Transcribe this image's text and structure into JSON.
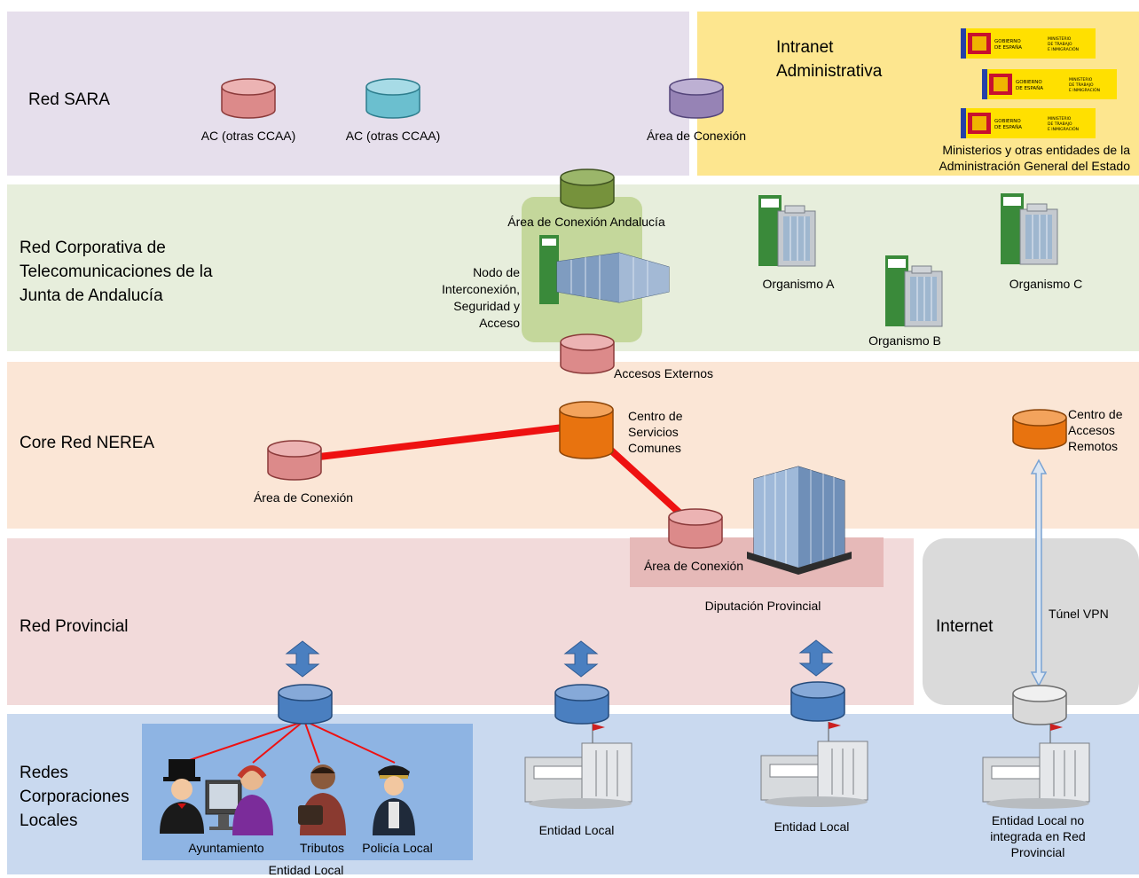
{
  "bands": {
    "sara": "Red SARA",
    "intranet": [
      "Intranet",
      "Administrativa"
    ],
    "corporativa": [
      "Red Corporativa de",
      "Telecomunicaciones de la",
      "Junta de Andalucía"
    ],
    "core": "Core Red NEREA",
    "provincial": "Red Provincial",
    "internet": "Internet",
    "locales": [
      "Redes",
      "Corporaciones",
      "Locales"
    ]
  },
  "sara": {
    "ac1": "AC (otras CCAA)",
    "ac2": "AC (otras CCAA)",
    "area": "Área de Conexión"
  },
  "intranet": {
    "logo_lines": [
      "GOBIERNO",
      "DE ESPAÑA",
      "MINISTERIO",
      "DE TRABAJO",
      "E INMIGRACIÓN"
    ],
    "caption": [
      "Ministerios y otras entidades de la",
      "Administración General del Estado"
    ]
  },
  "corporativa": {
    "area_andalucia": "Área de Conexión Andalucía",
    "nodo": [
      "Nodo de",
      "Interconexión,",
      "Seguridad y",
      "Acceso"
    ],
    "org_a": "Organismo A",
    "org_b": "Organismo B",
    "org_c": "Organismo C",
    "accesos_externos": "Accesos Externos"
  },
  "core": {
    "centro_servicios": [
      "Centro de",
      "Servicios",
      "Comunes"
    ],
    "area": "Área de Conexión",
    "centro_accesos": [
      "Centro de",
      "Accesos",
      "Remotos"
    ]
  },
  "provincial": {
    "area": "Área de Conexión",
    "diputacion": "Diputación Provincial",
    "tunel": "Túnel VPN"
  },
  "locales": {
    "ayuntamiento": "Ayuntamiento",
    "tributos": "Tributos",
    "policia": "Policía Local",
    "entidad_local_group": "Entidad Local",
    "entidad_local_1": "Entidad Local",
    "entidad_local_2": "Entidad Local",
    "no_integrada": [
      "Entidad Local no",
      "integrada en Red",
      "Provincial"
    ]
  },
  "colors": {
    "sara_band": "#e6dfec",
    "intranet_band": "#fde68f",
    "corporativa_band": "#e7eedc",
    "core_band": "#fbe6d6",
    "provincial_band": "#f2dada",
    "internet_band": "#dadada",
    "locales_band": "#c9d9ef",
    "red_link": "#ee1111",
    "db_orange": "#e8730f",
    "db_pink": "#dc8a8a",
    "db_blue": "#4a7fc0",
    "db_green": "#76923c",
    "db_purple": "#9683b5",
    "db_cyan": "#6bbfcf",
    "db_grey": "#d9d9d9"
  },
  "icons": [
    "database-icon",
    "building-icon",
    "office-tower-icon",
    "town-hall-icon",
    "double-arrow-icon",
    "person-icon",
    "government-logo-icon"
  ]
}
